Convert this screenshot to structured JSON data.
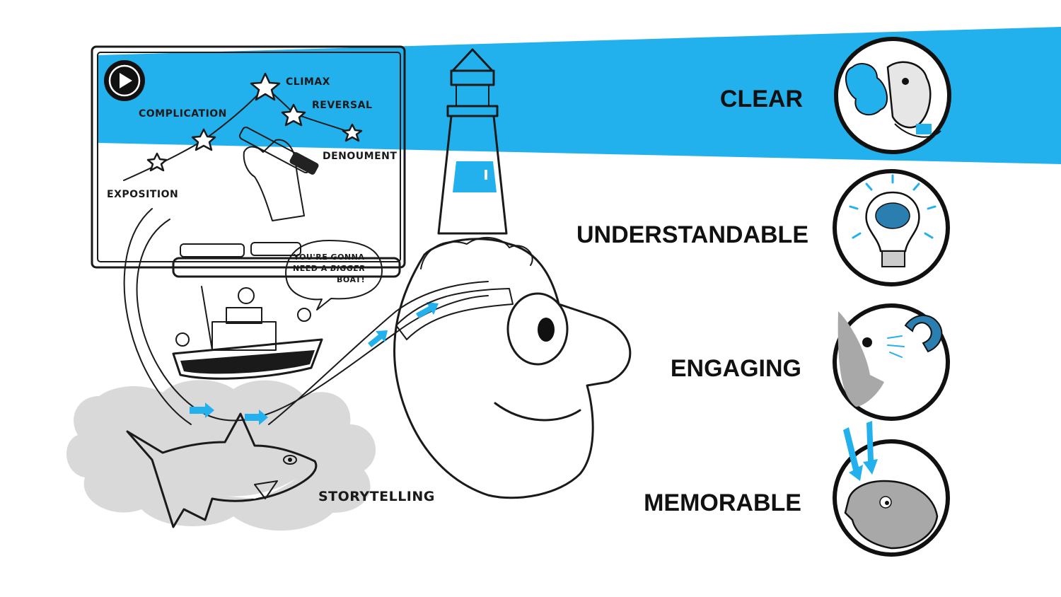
{
  "whiteboard": {
    "labels": {
      "climax": "CLIMAX",
      "complication": "COMPLICATION",
      "reversal": "REVERSAL",
      "denoument": "DENOUMENT",
      "exposition": "EXPOSITION"
    },
    "play_icon": "play-icon"
  },
  "speech_bubble": {
    "line1": "YOU'RE GONNA",
    "line2a": "NEED A ",
    "line2b": "BIGGER",
    "line3": "BOAT!"
  },
  "storytelling_label": "STORYTELLING",
  "qualities": [
    {
      "label": "CLEAR",
      "icon": "face-with-cloud-icon"
    },
    {
      "label": "UNDERSTANDABLE",
      "icon": "lightbulb-brain-icon"
    },
    {
      "label": "ENGAGING",
      "icon": "magnet-eye-icon"
    },
    {
      "label": "MEMORABLE",
      "icon": "head-arrows-icon"
    }
  ],
  "colors": {
    "accent_blue": "#22b1ec",
    "head_gray": "#9c9c9c",
    "cloud_gray": "#d9d9d9",
    "ink": "#1a1a1a"
  }
}
